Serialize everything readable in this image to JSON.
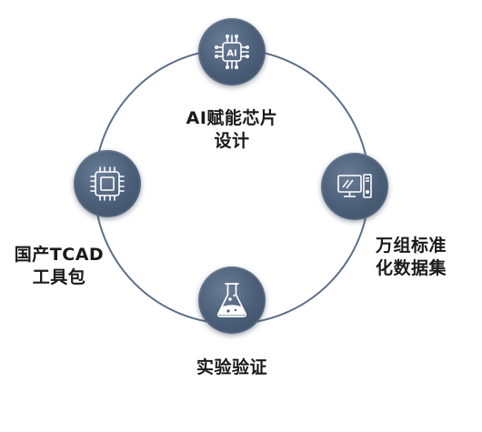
{
  "nodes": [
    {
      "id": "ai",
      "icon": "ai-chip-icon",
      "label_line1": "AI赋能芯片",
      "label_line2": "设计"
    },
    {
      "id": "data",
      "icon": "computer-icon",
      "label_line1": "万组标准",
      "label_line2": "化数据集"
    },
    {
      "id": "lab",
      "icon": "flask-icon",
      "label_line1": "实验验证",
      "label_line2": ""
    },
    {
      "id": "tcad",
      "icon": "chip-icon",
      "label_line1": "国产TCAD",
      "label_line2": "工具包"
    }
  ],
  "colors": {
    "node_fill": "#4a5d77",
    "ring": "#5d6f86",
    "icon_stroke": "#ffffff",
    "text": "#1a1a1a"
  }
}
